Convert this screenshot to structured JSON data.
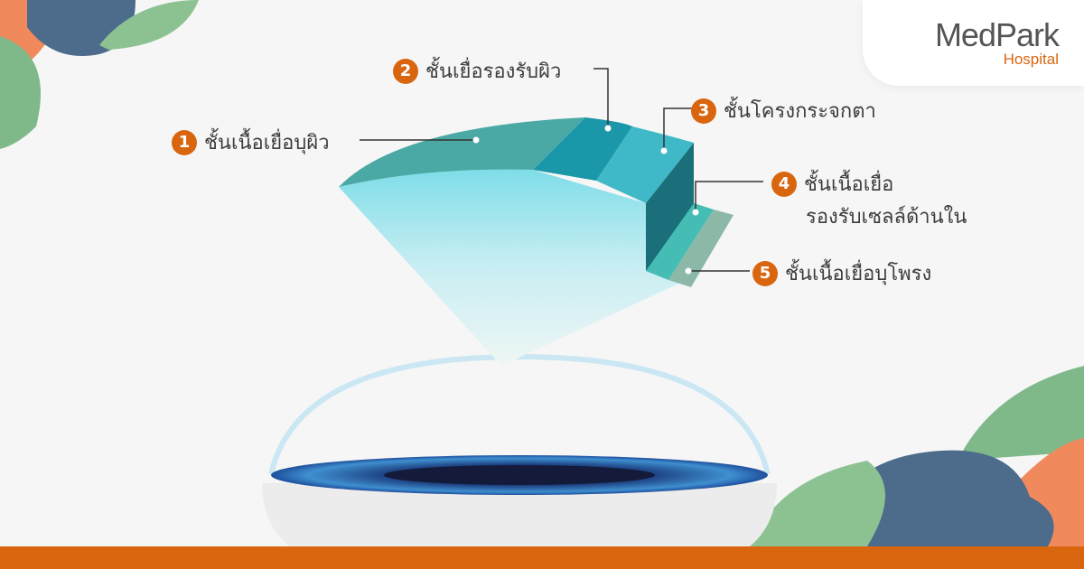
{
  "logo": {
    "brand": "MedPark",
    "sub": "Hospital"
  },
  "colors": {
    "accent": "#d9660f",
    "text": "#3d3d3d",
    "layer_teal": "#4aa9a4",
    "iris": "#1e4f9c"
  },
  "labels": [
    {
      "num": "1",
      "text": "ชั้นเนื้อเยื่อบุผิว"
    },
    {
      "num": "2",
      "text": "ชั้นเยื่อรองรับผิว"
    },
    {
      "num": "3",
      "text": "ชั้นโครงกระจกตา"
    },
    {
      "num": "4",
      "text": "ชั้นเนื้อเยื่อ",
      "text2": "รองรับเซลล์ด้านใน"
    },
    {
      "num": "5",
      "text": "ชั้นเนื้อเยื่อบุโพรง"
    }
  ]
}
